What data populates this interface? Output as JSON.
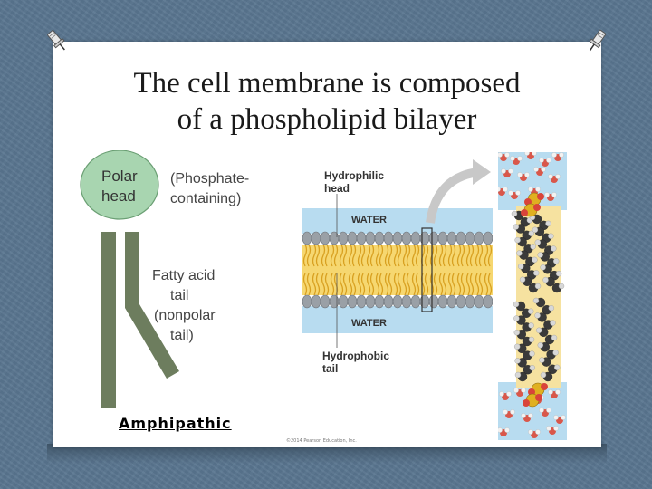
{
  "slide": {
    "title_line1": "The cell membrane is composed",
    "title_line2": "of a phospholipid bilayer"
  },
  "left_figure": {
    "polar_head_line1": "Polar",
    "polar_head_line2": "head",
    "phosphate_line1": "(Phosphate-",
    "phosphate_line2": "containing)",
    "fatty_acid_line1": "Fatty acid",
    "fatty_acid_line2": "tail",
    "fatty_acid_line3": "(nonpolar",
    "fatty_acid_line4": "tail)",
    "caption": "Amphipathic"
  },
  "bilayer_figure": {
    "hydrophilic_line1": "Hydrophilic",
    "hydrophilic_line2": "head",
    "water_top": "WATER",
    "water_bottom": "WATER",
    "hydrophobic_line1": "Hydrophobic",
    "hydrophobic_line2": "tail",
    "copyright": "©2014 Pearson Education, Inc."
  },
  "colors": {
    "background": "#5a7690",
    "slide": "#ffffff",
    "polar_head_fill": "#a8d5b0",
    "tail_green": "#6d7d5e",
    "water_blue": "#b8dcf0",
    "tail_yellow": "#f0c040",
    "head_gray": "#9aa0a6",
    "arrow_gray": "#c8c8c8"
  },
  "icons": [
    "pushpin-icon"
  ]
}
